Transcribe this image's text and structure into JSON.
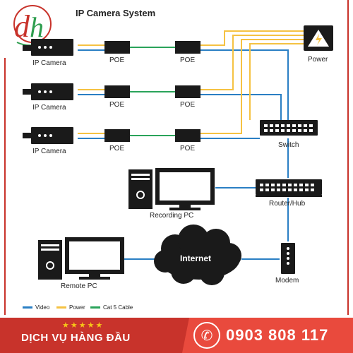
{
  "title": "IP Camera System",
  "logo": {
    "text": "dh",
    "icon": "dh-logo-icon"
  },
  "nodes": {
    "cameras": [
      "IP Camera",
      "IP Camera",
      "IP Camera"
    ],
    "poe": "POE",
    "power": "Power",
    "switch": "Switch",
    "router": "Router/Hub",
    "recording_pc": "Recording PC",
    "internet": "Internet",
    "modem": "Modem",
    "remote_pc": "Remote PC"
  },
  "legend": {
    "video": "Video",
    "power": "Power",
    "cable": "Cat 5 Cable"
  },
  "colors": {
    "video": "#2a7fc4",
    "power": "#f5c242",
    "cable": "#2aa35a",
    "brand_red": "#c8332b",
    "brand_red_light": "#e94a3d",
    "star": "#f5c518"
  },
  "banner": {
    "stars": "★★★★★",
    "service": "DỊCH VỤ HÀNG ĐẦU",
    "phone_icon": "phone-icon",
    "phone": "0903 808 117"
  }
}
